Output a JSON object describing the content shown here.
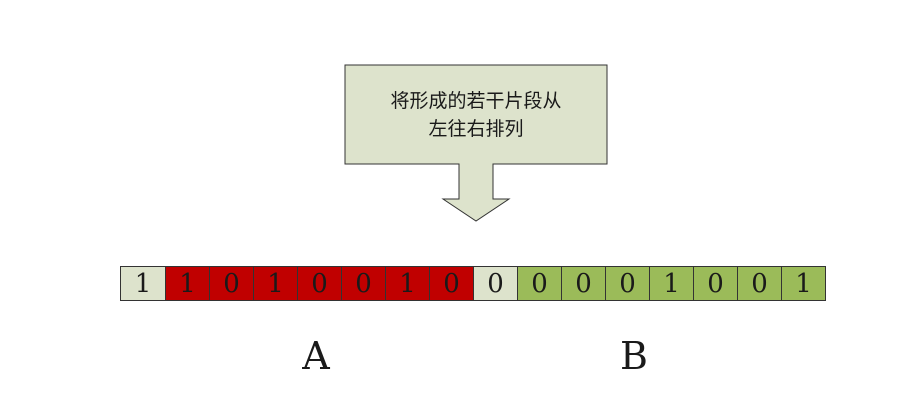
{
  "callout": {
    "line1": "将形成的若干片段从",
    "line2": "左往右排列",
    "fill": "#dde3cc",
    "stroke": "#333333"
  },
  "bits": [
    {
      "value": "1",
      "color": "#dde3cc"
    },
    {
      "value": "1",
      "color": "#c00000"
    },
    {
      "value": "0",
      "color": "#c00000"
    },
    {
      "value": "1",
      "color": "#c00000"
    },
    {
      "value": "0",
      "color": "#c00000"
    },
    {
      "value": "0",
      "color": "#c00000"
    },
    {
      "value": "1",
      "color": "#c00000"
    },
    {
      "value": "0",
      "color": "#c00000"
    },
    {
      "value": "0",
      "color": "#dde3cc"
    },
    {
      "value": "0",
      "color": "#9bbb59"
    },
    {
      "value": "0",
      "color": "#9bbb59"
    },
    {
      "value": "0",
      "color": "#9bbb59"
    },
    {
      "value": "1",
      "color": "#9bbb59"
    },
    {
      "value": "0",
      "color": "#9bbb59"
    },
    {
      "value": "0",
      "color": "#9bbb59"
    },
    {
      "value": "1",
      "color": "#9bbb59"
    }
  ],
  "labels": {
    "a": "A",
    "b": "B"
  }
}
